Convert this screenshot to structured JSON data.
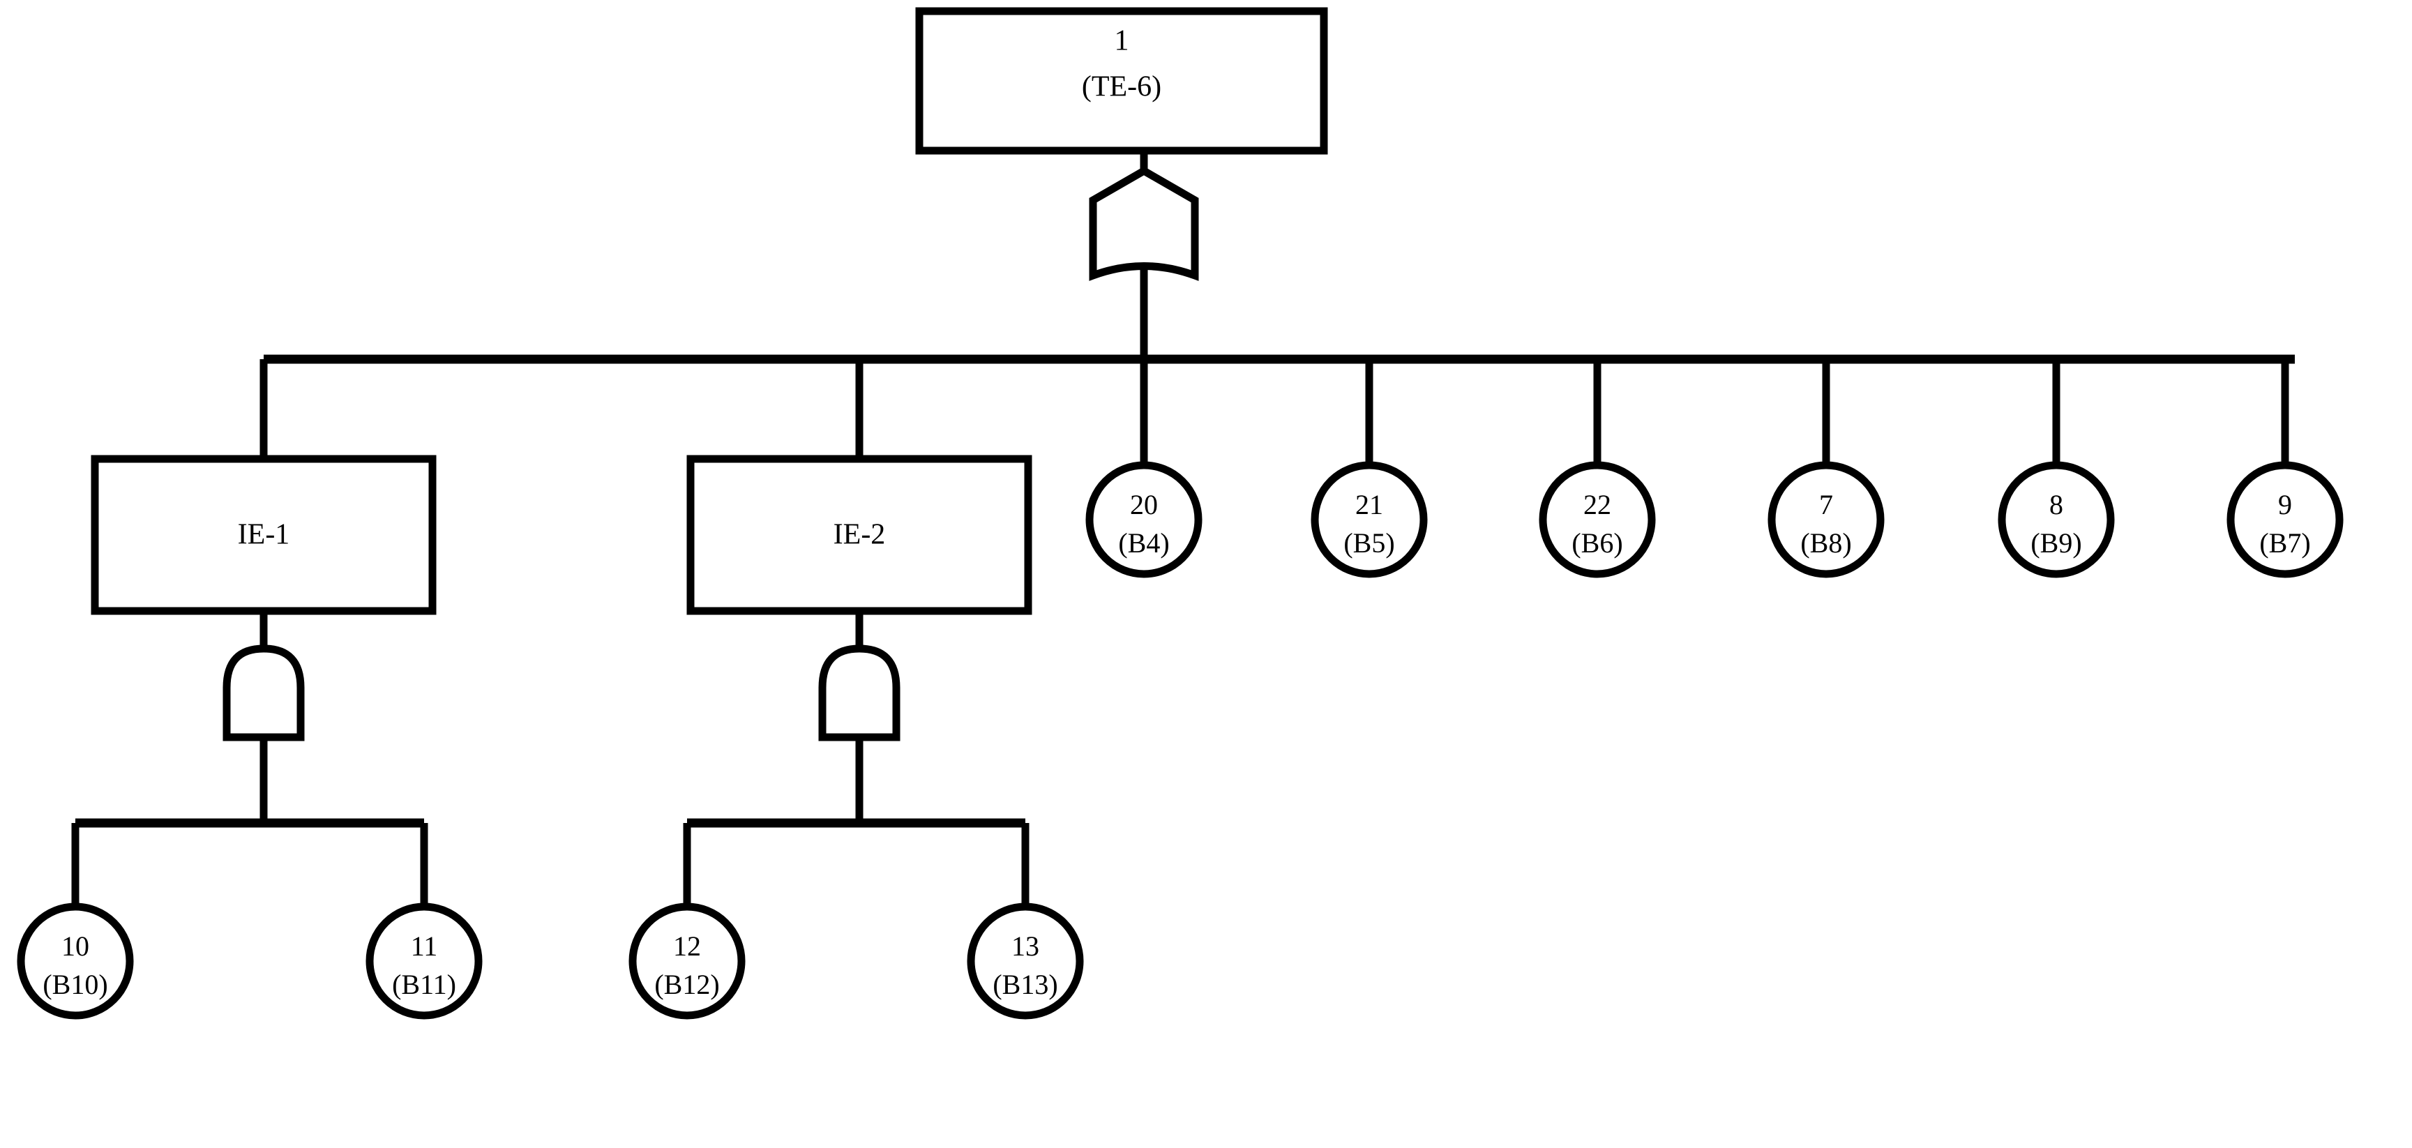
{
  "diagram": {
    "title_node": {
      "id": "1",
      "code": "(TE-6)",
      "shape": "rectangle",
      "label_line1": "1",
      "label_line2": "(TE-6)"
    },
    "gates": [
      {
        "name": "top-or-gate",
        "type": "OR",
        "parent": "1"
      },
      {
        "name": "ie1-and-gate",
        "type": "AND",
        "parent": "IE-1"
      },
      {
        "name": "ie2-and-gate",
        "type": "AND",
        "parent": "IE-2"
      }
    ],
    "intermediate_events": [
      {
        "name": "ie-1",
        "label": "IE-1",
        "shape": "rectangle"
      },
      {
        "name": "ie-2",
        "label": "IE-2",
        "shape": "rectangle"
      }
    ],
    "basic_events_top_row": [
      {
        "id": "20",
        "code": "(B4)",
        "shape": "circle"
      },
      {
        "id": "21",
        "code": "(B5)",
        "shape": "circle"
      },
      {
        "id": "22",
        "code": "(B6)",
        "shape": "circle"
      },
      {
        "id": "7",
        "code": "(B8)",
        "shape": "circle"
      },
      {
        "id": "8",
        "code": "(B9)",
        "shape": "circle"
      },
      {
        "id": "9",
        "code": "(B7)",
        "shape": "circle"
      }
    ],
    "basic_events_ie1": [
      {
        "id": "10",
        "code": "(B10)",
        "shape": "circle"
      },
      {
        "id": "11",
        "code": "(B11)",
        "shape": "circle"
      }
    ],
    "basic_events_ie2": [
      {
        "id": "12",
        "code": "(B12)",
        "shape": "circle"
      },
      {
        "id": "13",
        "code": "(B13)",
        "shape": "circle"
      }
    ],
    "colors": {
      "stroke": "#000000",
      "fill": "#ffffff",
      "background": "#ffffff"
    }
  }
}
